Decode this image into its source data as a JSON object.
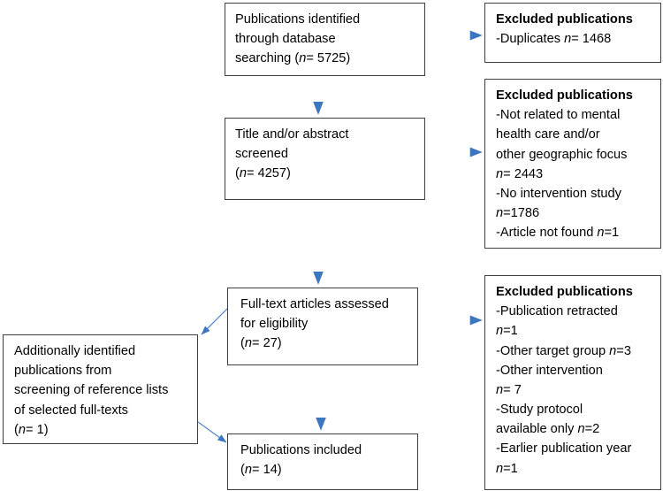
{
  "diagram": {
    "type": "prisma-flow-diagram",
    "accent_color": "#3b76c0",
    "border_color": "#3f3f3f",
    "text_color": "#000000",
    "background_color": "#ffffff"
  },
  "nodes": {
    "identified": {
      "id": "publications-identified",
      "lines": [
        "Publications identified",
        "through database",
        "searching ("
      ],
      "n_label": "n",
      "n_value": "= 5725)",
      "count": 5725
    },
    "screened": {
      "id": "title-abstract-screened",
      "lines": [
        "Title and/or abstract",
        "screened",
        "("
      ],
      "n_label": "n",
      "n_value": "= 4257)",
      "count": 4257
    },
    "fulltext": {
      "id": "full-text-assessed",
      "lines": [
        "Full-text articles assessed",
        "for eligibility",
        "("
      ],
      "n_label": "n",
      "n_value": "= 27)",
      "count": 27
    },
    "included": {
      "id": "publications-included",
      "lines": [
        "Publications included",
        "("
      ],
      "n_label": "n",
      "n_value": "= 14)",
      "count": 14
    },
    "additional": {
      "id": "additionally-identified",
      "lines": [
        "Additionally identified",
        "publications from",
        "screening of reference lists",
        "of selected full-texts",
        "("
      ],
      "n_label": "n",
      "n_value": "= 1)",
      "count": 1
    },
    "excluded_1": {
      "id": "excluded-duplicates",
      "header": "Excluded publications",
      "reasons": [
        {
          "text": "-Duplicates ",
          "n_label": "n",
          "n_value": "= 1468",
          "count": 1468
        }
      ]
    },
    "excluded_2": {
      "id": "excluded-screening",
      "header": "Excluded publications",
      "reasons": [
        {
          "text": "-Not related to mental",
          "n_label": "",
          "n_value": "",
          "count": null
        },
        {
          "text": "health care and/or",
          "n_label": "",
          "n_value": "",
          "count": null
        },
        {
          "text": "other geographic focus",
          "n_label": "",
          "n_value": "",
          "count": null
        },
        {
          "text": "",
          "n_label": "n",
          "n_value": "= 2443",
          "count": 2443
        },
        {
          "text": "-No intervention study",
          "n_label": "",
          "n_value": "",
          "count": null
        },
        {
          "text": "",
          "n_label": "n",
          "n_value": "=1786",
          "count": 1786
        },
        {
          "text": "-Article not found ",
          "n_label": "n",
          "n_value": "=1",
          "count": 1
        }
      ]
    },
    "excluded_3": {
      "id": "excluded-eligibility",
      "header": "Excluded publications",
      "reasons": [
        {
          "text": "-Publication retracted",
          "n_label": "",
          "n_value": "",
          "count": null
        },
        {
          "text": "",
          "n_label": "n",
          "n_value": "=1",
          "count": 1
        },
        {
          "text": "-Other target group ",
          "n_label": "n",
          "n_value": "=3",
          "count": 3
        },
        {
          "text": "-Other intervention",
          "n_label": "",
          "n_value": "",
          "count": null
        },
        {
          "text": "",
          "n_label": "n",
          "n_value": "= 7",
          "count": 7
        },
        {
          "text": "-Study protocol",
          "n_label": "",
          "n_value": "",
          "count": null
        },
        {
          "text": "available only ",
          "n_label": "n",
          "n_value": "=2",
          "count": 2
        },
        {
          "text": "-Earlier publication year",
          "n_label": "",
          "n_value": "",
          "count": null
        },
        {
          "text": "",
          "n_label": "n",
          "n_value": "=1",
          "count": 1
        }
      ]
    }
  },
  "edges": [
    {
      "id": "identified-to-screened",
      "from": "identified",
      "to": "screened",
      "kind": "vertical"
    },
    {
      "id": "identified-to-excluded-1",
      "from": "identified",
      "to": "excluded_1",
      "kind": "horizontal"
    },
    {
      "id": "screened-to-fulltext",
      "from": "screened",
      "to": "fulltext",
      "kind": "vertical"
    },
    {
      "id": "screened-to-excluded-2",
      "from": "screened",
      "to": "excluded_2",
      "kind": "horizontal"
    },
    {
      "id": "fulltext-to-included",
      "from": "fulltext",
      "to": "included",
      "kind": "vertical"
    },
    {
      "id": "fulltext-to-excluded-3",
      "from": "fulltext",
      "to": "excluded_3",
      "kind": "horizontal"
    },
    {
      "id": "fulltext-to-additional",
      "from": "fulltext",
      "to": "additional",
      "kind": "diagonal"
    },
    {
      "id": "additional-to-included",
      "from": "additional",
      "to": "included",
      "kind": "diagonal"
    }
  ]
}
